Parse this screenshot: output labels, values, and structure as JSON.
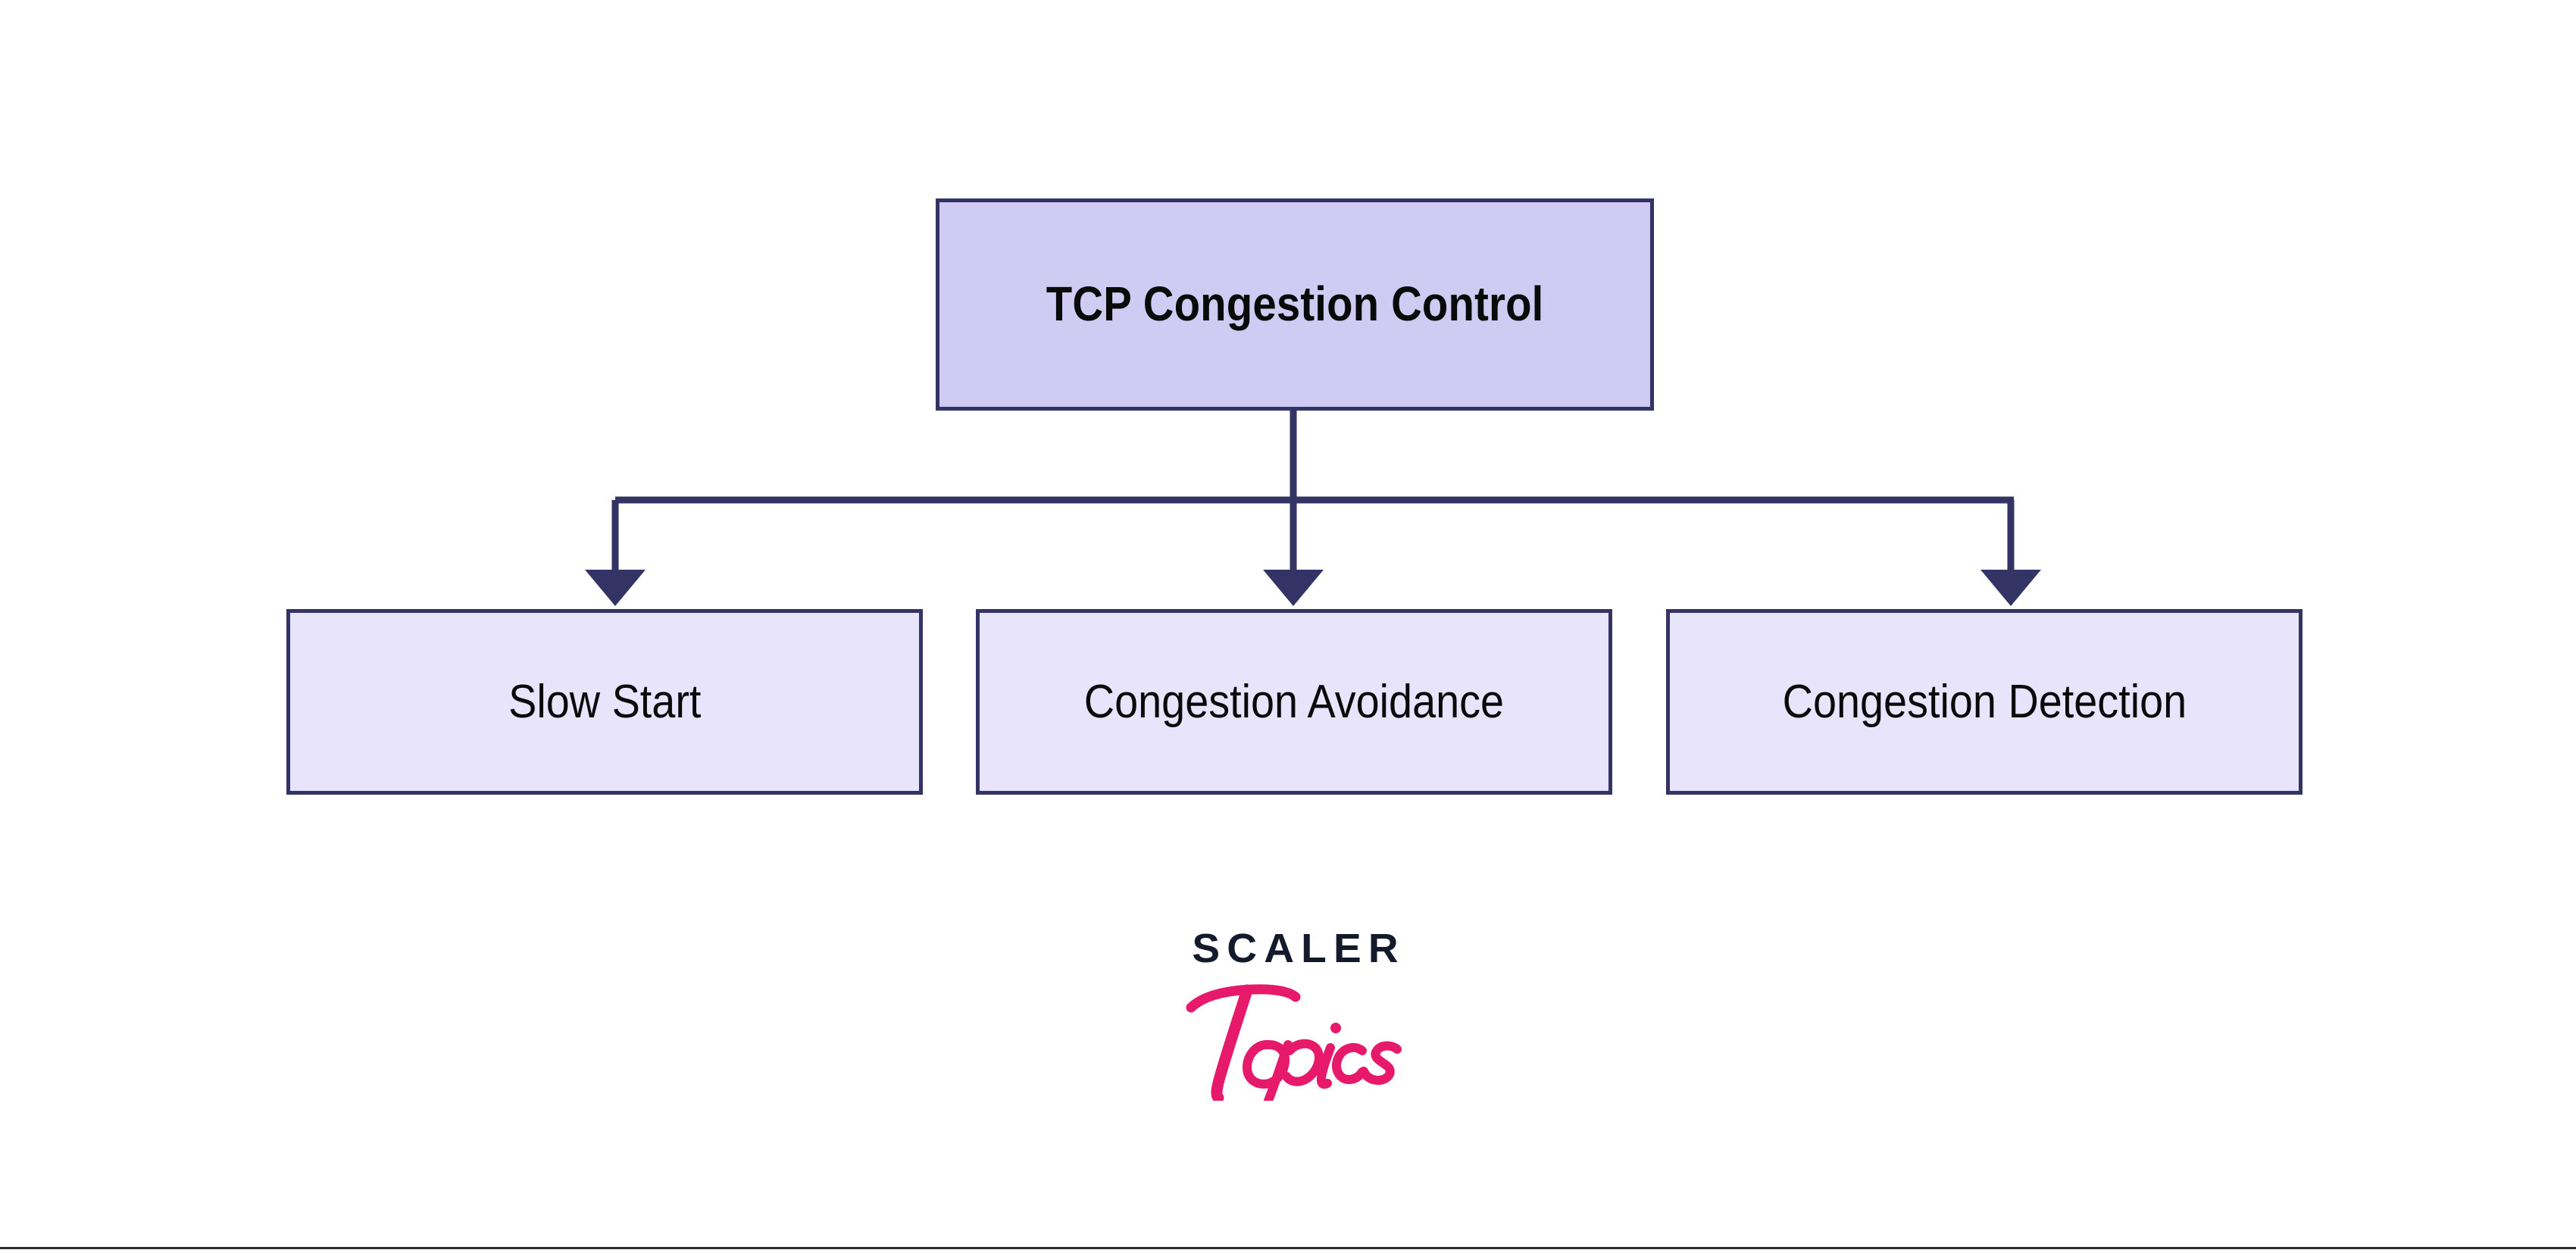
{
  "diagram": {
    "type": "hierarchy-tree",
    "title": "TCP Congestion Control",
    "root": {
      "label": "TCP Congestion Control",
      "fill": "#CFCBF2",
      "border": "#333366"
    },
    "children": [
      {
        "label": "Slow Start",
        "fill": "#E7E4FC",
        "border": "#333366"
      },
      {
        "label": "Congestion Avoidance",
        "fill": "#E7E4FC",
        "border": "#333366"
      },
      {
        "label": "Congestion Detection",
        "fill": "#E7E4FC",
        "border": "#333366"
      }
    ],
    "connector_color": "#333366"
  },
  "logo": {
    "wordmark": "SCALER",
    "script": "Topics",
    "wordmark_color": "#131A2B",
    "script_color": "#E6196B"
  },
  "colors": {
    "background": "#FFFFFF",
    "node_border": "#333366",
    "root_fill": "#CFCBF2",
    "child_fill": "#E7E4FC",
    "accent_pink": "#E6196B",
    "bottom_rule": "#2B2B2B"
  }
}
